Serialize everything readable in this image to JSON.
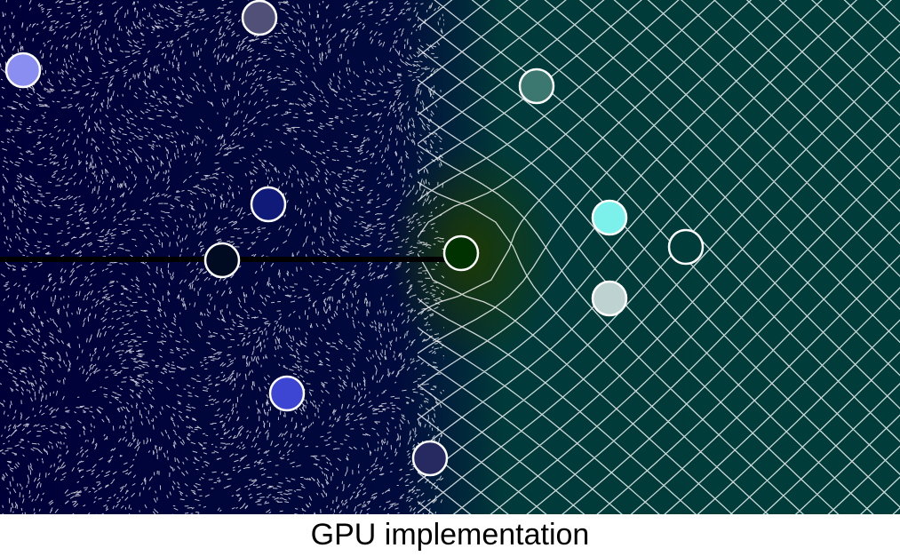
{
  "caption": "GPU implementation",
  "colors": {
    "left_region": "#000038",
    "right_region": "#003d3a",
    "center_glow": "#1f3a00",
    "grid_lines": "#ffffff",
    "branch_cut": "#000000"
  },
  "points": [
    {
      "name": "point-1",
      "color": "#8a8ef0"
    },
    {
      "name": "point-2",
      "color": "#505078"
    },
    {
      "name": "point-3",
      "color": "#3c7870"
    },
    {
      "name": "point-4",
      "color": "#101a78"
    },
    {
      "name": "point-5",
      "color": "#000a20"
    },
    {
      "name": "point-6",
      "color": "#003200"
    },
    {
      "name": "point-7",
      "color": "#7cf0ea"
    },
    {
      "name": "point-8",
      "color": "#003d3a"
    },
    {
      "name": "point-9",
      "color": "#bed2d2"
    },
    {
      "name": "point-10",
      "color": "#3c46d2"
    },
    {
      "name": "point-11",
      "color": "#262a60"
    }
  ]
}
